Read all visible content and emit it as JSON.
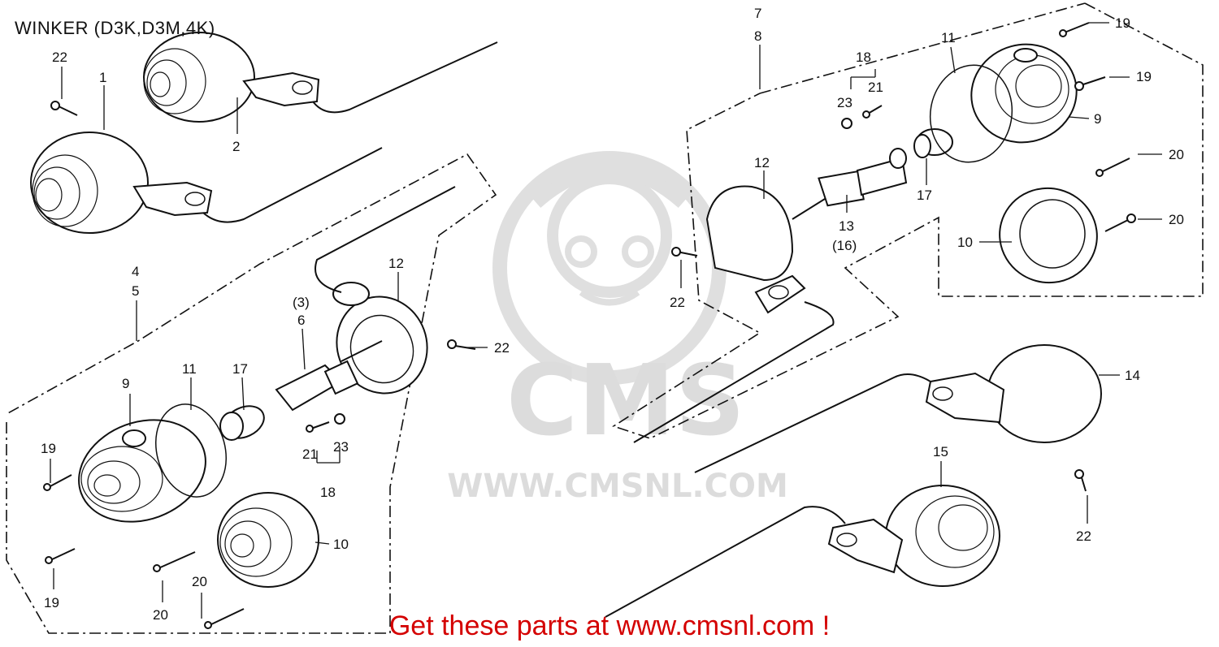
{
  "title": "WINKER (D3K,D3M,4K)",
  "watermark": {
    "logo_text": "CMS",
    "url_text": "WWW.CMSNL.COM",
    "color": "#d9d9d9"
  },
  "cta": {
    "text": "Get these parts at www.cmsnl.com !",
    "color": "#d40000"
  },
  "callouts": [
    "22",
    "1",
    "2",
    "4",
    "5",
    "12",
    "(3)",
    "6",
    "11",
    "17",
    "9",
    "19",
    "21",
    "23",
    "18",
    "22",
    "10",
    "19",
    "20",
    "20",
    "7",
    "8",
    "11",
    "19",
    "18",
    "21",
    "23",
    "19",
    "9",
    "20",
    "12",
    "17",
    "13",
    "(16)",
    "10",
    "20",
    "22",
    "14",
    "15",
    "22"
  ]
}
